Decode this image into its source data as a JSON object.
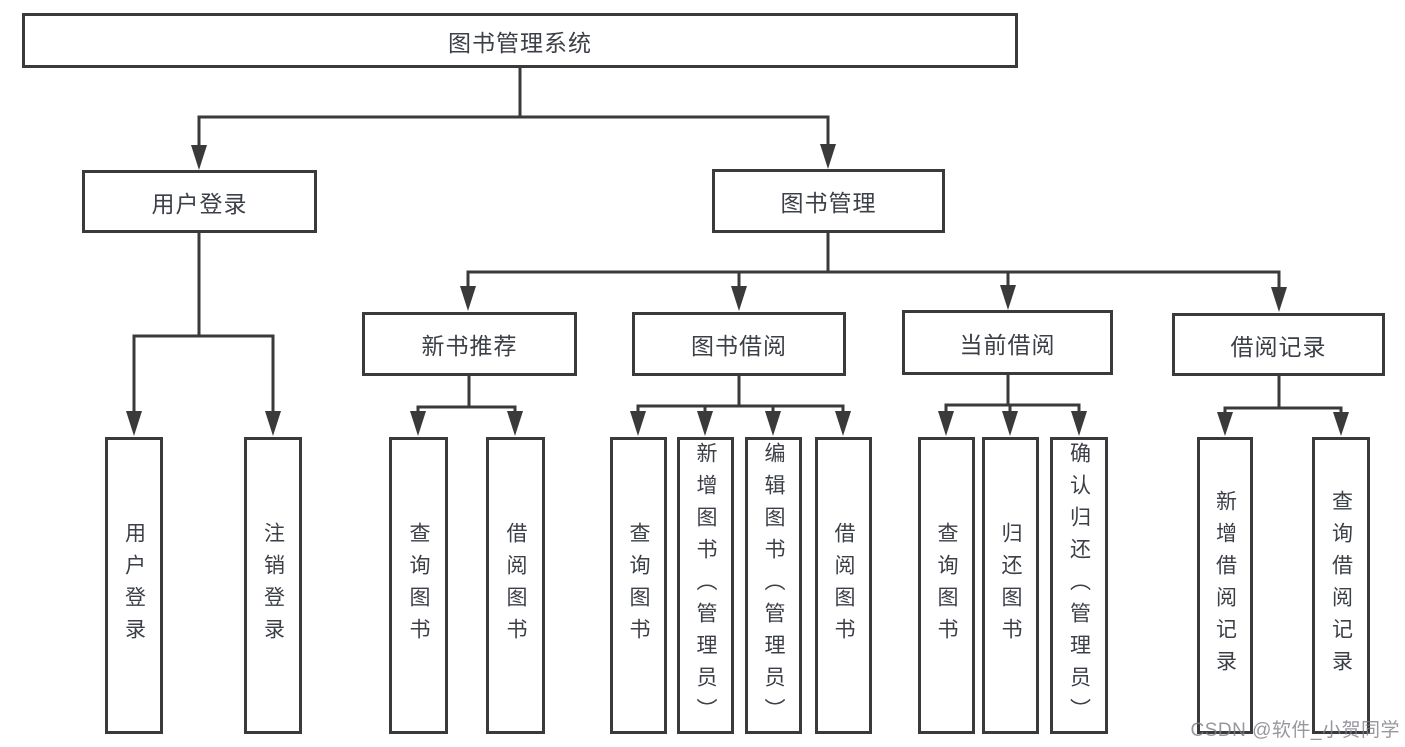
{
  "tree": {
    "root": {
      "label": "图书管理系统"
    },
    "children": [
      {
        "label": "用户登录",
        "children": [
          {
            "label": "用户登录"
          },
          {
            "label": "注销登录"
          }
        ]
      },
      {
        "label": "图书管理",
        "children": [
          {
            "label": "新书推荐",
            "children": [
              {
                "label": "查询图书"
              },
              {
                "label": "借阅图书"
              }
            ]
          },
          {
            "label": "图书借阅",
            "children": [
              {
                "label": "查询图书"
              },
              {
                "label": "新增图书（管理员）"
              },
              {
                "label": "编辑图书（管理员）"
              },
              {
                "label": "借阅图书"
              }
            ]
          },
          {
            "label": "当前借阅",
            "children": [
              {
                "label": "查询图书"
              },
              {
                "label": "归还图书"
              },
              {
                "label": "确认归还（管理员）"
              }
            ]
          },
          {
            "label": "借阅记录",
            "children": [
              {
                "label": "新增借阅记录"
              },
              {
                "label": "查询借阅记录"
              }
            ]
          }
        ]
      }
    ]
  },
  "watermark": {
    "text": "CSDN @软件_小贺同学"
  },
  "colors": {
    "line": "#3a3a3a",
    "box_border": "#3a3a3a",
    "box_background": "#ffffff",
    "text": "#3b3f46",
    "watermark": "#8a8a92",
    "background": "#ffffff"
  }
}
